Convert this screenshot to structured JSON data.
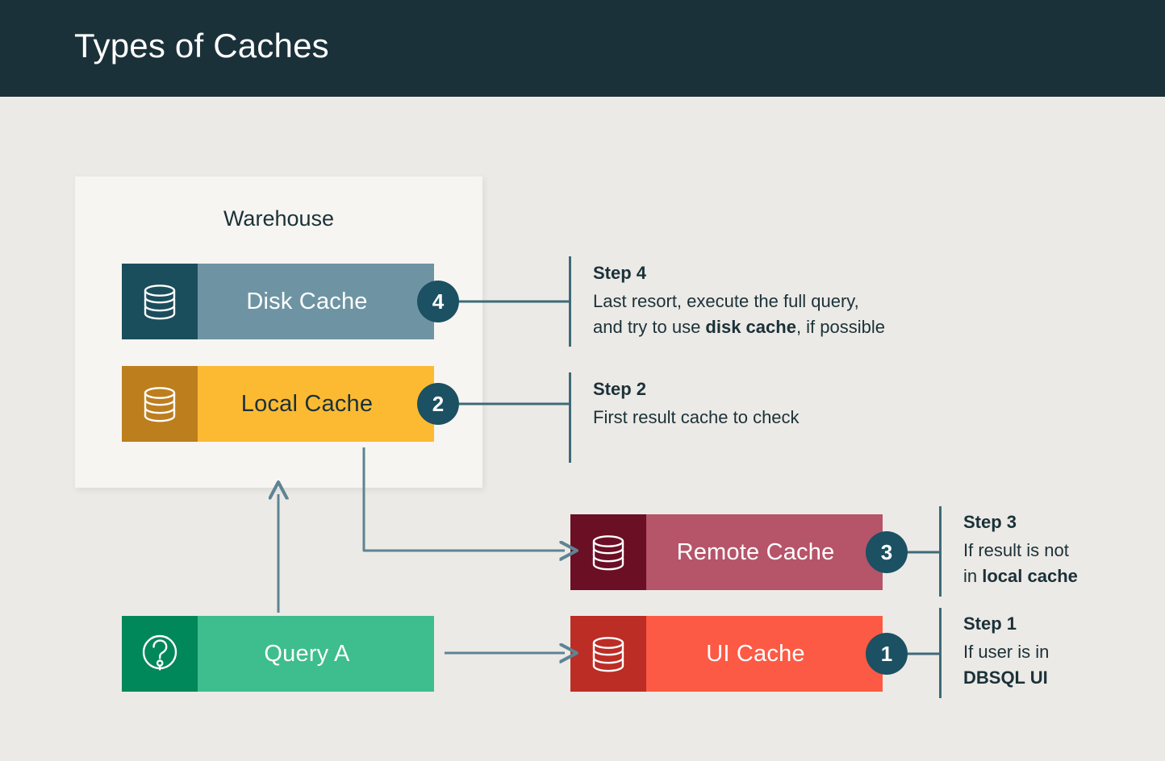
{
  "header": {
    "title": "Types of Caches",
    "background_color": "#1B3139",
    "text_color": "#FFFFFF"
  },
  "page": {
    "background_color": "#ECEAE6",
    "text_color": "#1B3139",
    "accent_color": "#1B5162",
    "connector_color": "#5D8494"
  },
  "warehouse": {
    "label": "Warehouse",
    "background_color": "#F7F5F1"
  },
  "nodes": [
    {
      "id": "disk-cache",
      "label": "Disk Cache",
      "icon": "database-icon",
      "badge": "4",
      "icon_panel_color": "#1B4E5C",
      "body_color": "#6E94A3",
      "label_color": "#FFFFFF",
      "container": "warehouse"
    },
    {
      "id": "local-cache",
      "label": "Local Cache",
      "icon": "database-icon",
      "badge": "2",
      "icon_panel_color": "#BD7E1E",
      "body_color": "#FCBA33",
      "label_color": "#1B3139",
      "container": "warehouse"
    },
    {
      "id": "remote-cache",
      "label": "Remote Cache",
      "icon": "database-icon",
      "badge": "3",
      "icon_panel_color": "#6B0F24",
      "body_color": "#B6546A",
      "label_color": "#FFFFFF",
      "container": "canvas"
    },
    {
      "id": "ui-cache",
      "label": "UI Cache",
      "icon": "database-icon",
      "badge": "1",
      "icon_panel_color": "#BC2D25",
      "body_color": "#FC5A44",
      "label_color": "#FFFFFF",
      "container": "canvas"
    },
    {
      "id": "query-a",
      "label": "Query A",
      "icon": "question-circle-icon",
      "badge": null,
      "icon_panel_color": "#00875A",
      "body_color": "#3EBD8E",
      "label_color": "#FFFFFF",
      "container": "canvas"
    }
  ],
  "steps": [
    {
      "number": "4",
      "title": "Step 4",
      "desc_line1": "Last resort, execute the full query,",
      "desc_line2_pre": "and try to use ",
      "desc_line2_bold": "disk cache",
      "desc_line2_post": ", if possible",
      "target": "disk-cache"
    },
    {
      "number": "2",
      "title": "Step 2",
      "desc_line1": "First result cache to check",
      "desc_line2_pre": "",
      "desc_line2_bold": "",
      "desc_line2_post": "",
      "target": "local-cache"
    },
    {
      "number": "3",
      "title": "Step 3",
      "desc_line1": "If result is not",
      "desc_line2_pre": "in ",
      "desc_line2_bold": "local cache",
      "desc_line2_post": "",
      "target": "remote-cache"
    },
    {
      "number": "1",
      "title": "Step 1",
      "desc_line1": "If user is in",
      "desc_line2_pre": "",
      "desc_line2_bold": "DBSQL UI",
      "desc_line2_post": "",
      "target": "ui-cache"
    }
  ],
  "flows": [
    {
      "from": "query-a",
      "to": "warehouse",
      "direction": "up"
    },
    {
      "from": "local-cache",
      "to": "remote-cache",
      "direction": "elbow-down-right"
    },
    {
      "from": "query-a",
      "to": "ui-cache",
      "direction": "right"
    }
  ]
}
